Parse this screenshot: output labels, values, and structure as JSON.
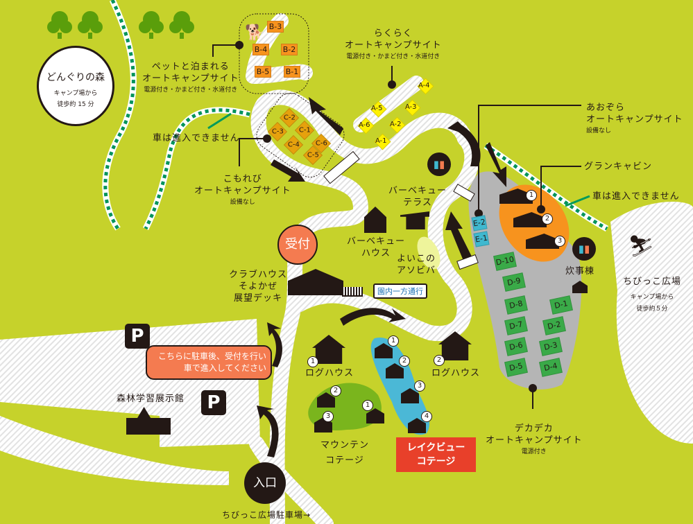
{
  "forest": {
    "title": "どんぐりの森",
    "line1": "キャンプ場から",
    "line2": "徒歩約 15 分"
  },
  "pet_site": {
    "title1": "ペットと泊まれる",
    "title2": "オートキャンプサイト",
    "sub": "電源付き・かまど付き・水道付き"
  },
  "raku_site": {
    "title1": "らくらく",
    "title2": "オートキャンプサイト",
    "sub": "電源付き・かまど付き・水道付き"
  },
  "komorebi_site": {
    "title1": "こもれび",
    "title2": "オートキャンプサイト",
    "sub": "設備なし"
  },
  "aozora_site": {
    "title1": "あおぞら",
    "title2": "オートキャンプサイト",
    "sub": "設備なし"
  },
  "dekadeka_site": {
    "title1": "デカデカ",
    "title2": "オートキャンプサイト",
    "sub": "電源付き"
  },
  "no_entry_left": "車は進入できません",
  "no_entry_right": "車は進入できません",
  "glamping": "グランキャビン",
  "bbq_terrace": {
    "l1": "バーベキュー",
    "l2": "テラス"
  },
  "bbq_house": {
    "l1": "バーベキュー",
    "l2": "ハウス"
  },
  "kids_play": {
    "l1": "よいこの",
    "l2": "アソビバ"
  },
  "kitchen": "炊事棟",
  "chibikko": {
    "title": "ちびっこ広場",
    "line1": "キャンプ場から",
    "line2": "徒歩約５分"
  },
  "reception": "受付",
  "clubhouse": {
    "l1": "クラブハウス",
    "l2": "そよかぜ",
    "l3": "展望デッキ"
  },
  "one_way": "園内一方通行",
  "parking_note": {
    "l1": "こちらに駐車後、受付を行い",
    "l2": "車で進入してください"
  },
  "parking": "P",
  "museum": "森林学習展示館",
  "log_house": "ログハウス",
  "mountain": {
    "l1": "マウンテン",
    "l2": "コテージ"
  },
  "lakeview": {
    "l1": "レイクビュー",
    "l2": "コテージ"
  },
  "entrance": "入口",
  "chibikko_parking": "ちびっこ広場駐車場→",
  "sites": {
    "B": [
      "B-3",
      "B-4",
      "B-2",
      "B-5",
      "B-1"
    ],
    "C": [
      "C-2",
      "C-1",
      "C-3",
      "C-6",
      "C-4",
      "C-5"
    ],
    "A": [
      "A-4",
      "A-5",
      "A-3",
      "A-6",
      "A-2",
      "A-1"
    ],
    "E": [
      "E-2",
      "E-1"
    ],
    "D": [
      "D-10",
      "D-9",
      "D-8",
      "D-7",
      "D-6",
      "D-5",
      "D-1",
      "D-2",
      "D-3",
      "D-4"
    ]
  },
  "numbers": [
    "1",
    "2",
    "3",
    "4"
  ]
}
